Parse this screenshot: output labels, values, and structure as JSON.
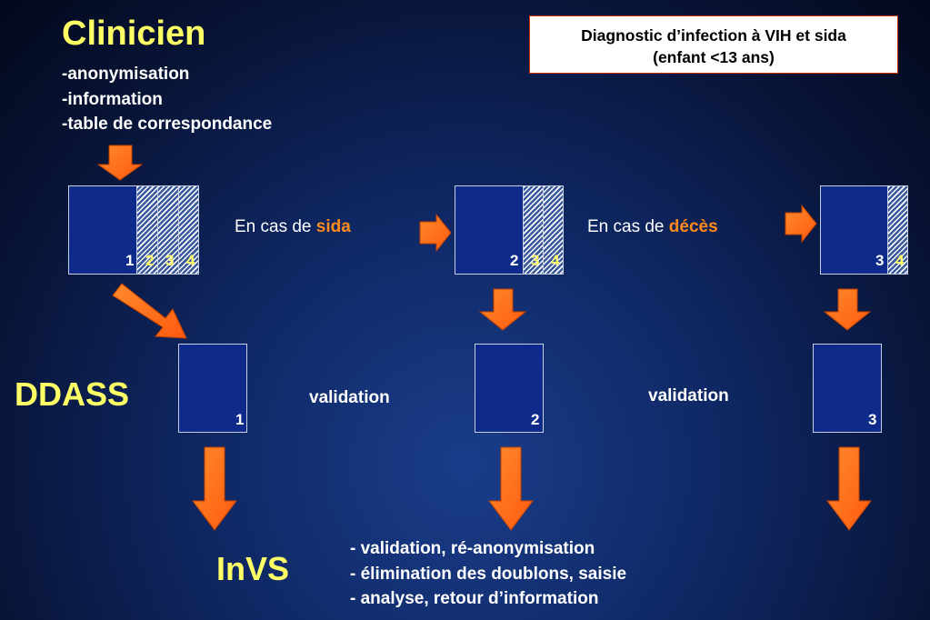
{
  "title_box": {
    "line1": "Diagnostic d’infection à VIH et sida",
    "line2": "(enfant <13 ans)"
  },
  "clinicien": {
    "title": "Clinicien",
    "items": [
      "anonymisation",
      "information",
      "table de correspondance"
    ]
  },
  "ddass": {
    "title": "DDASS"
  },
  "invs": {
    "title": "InVS",
    "items": [
      "validation, ré-anonymisation",
      "élimination des doublons, saisie",
      "analyse, retour d’information"
    ]
  },
  "conditions": {
    "sida": {
      "prefix": "En cas de ",
      "highlight": "sida"
    },
    "deces": {
      "prefix": "En cas de ",
      "highlight": "décès"
    }
  },
  "validation_labels": [
    "validation",
    "validation"
  ],
  "documents": {
    "stack1": [
      "1",
      "2",
      "3",
      "4"
    ],
    "stack2": [
      "2",
      "3",
      "4"
    ],
    "stack3": [
      "3",
      "4"
    ],
    "ddass_docs": [
      "1",
      "2",
      "3"
    ]
  },
  "colors": {
    "accent_yellow": "#ffff66",
    "arrow_orange": "#ff6a1a",
    "highlight_orange": "#ff8c1a",
    "document_blue": "#0e2a8a"
  }
}
